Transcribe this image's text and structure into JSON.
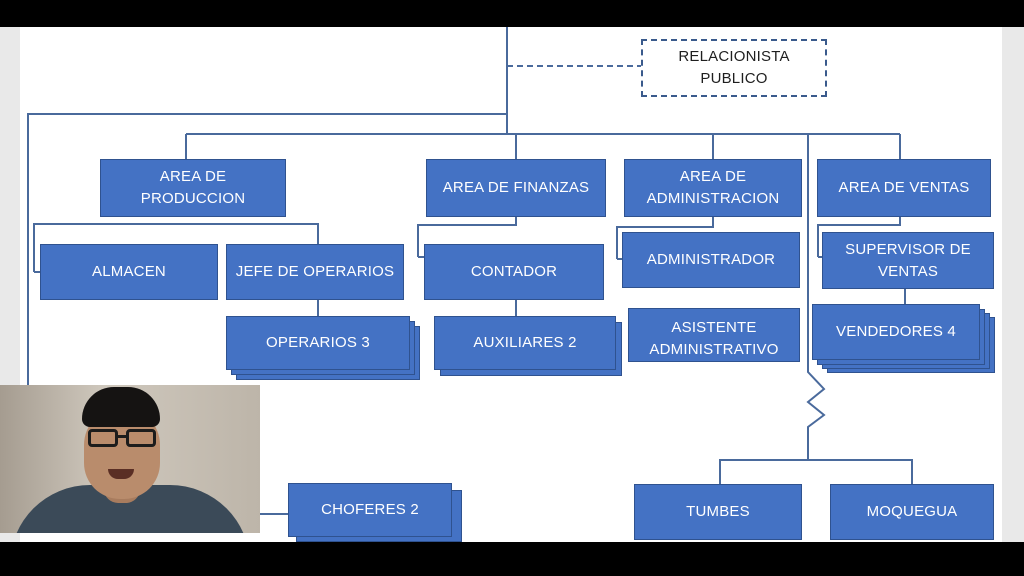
{
  "org_chart": {
    "top_dashed": "RELACIONISTA\nPUBLICO",
    "areas": {
      "produccion": "AREA DE\nPRODUCCION",
      "finanzas": "AREA DE FINANZAS",
      "administracion": "AREA DE\nADMINISTRACION",
      "ventas": "AREA DE VENTAS"
    },
    "roles": {
      "almacen": "ALMACEN",
      "jefe_operarios": "JEFE DE OPERARIOS",
      "operarios": "OPERARIOS 3",
      "contador": "CONTADOR",
      "auxiliares": "AUXILIARES 2",
      "administrador": "ADMINISTRADOR",
      "asistente": "ASISTENTE\nADMINISTRATIVO",
      "supervisor": "SUPERVISOR DE\nVENTAS",
      "vendedores": "VENDEDORES 4",
      "choferes": "CHOFERES 2",
      "tumbes": "TUMBES",
      "moquegua": "MOQUEGUA"
    }
  },
  "colors": {
    "box_fill": "#4472c4",
    "box_border": "#2f528f",
    "connector": "#4a6a9c",
    "dashed_border": "#3a5a8c"
  },
  "overlay": {
    "webcam": "presenter-webcam"
  }
}
